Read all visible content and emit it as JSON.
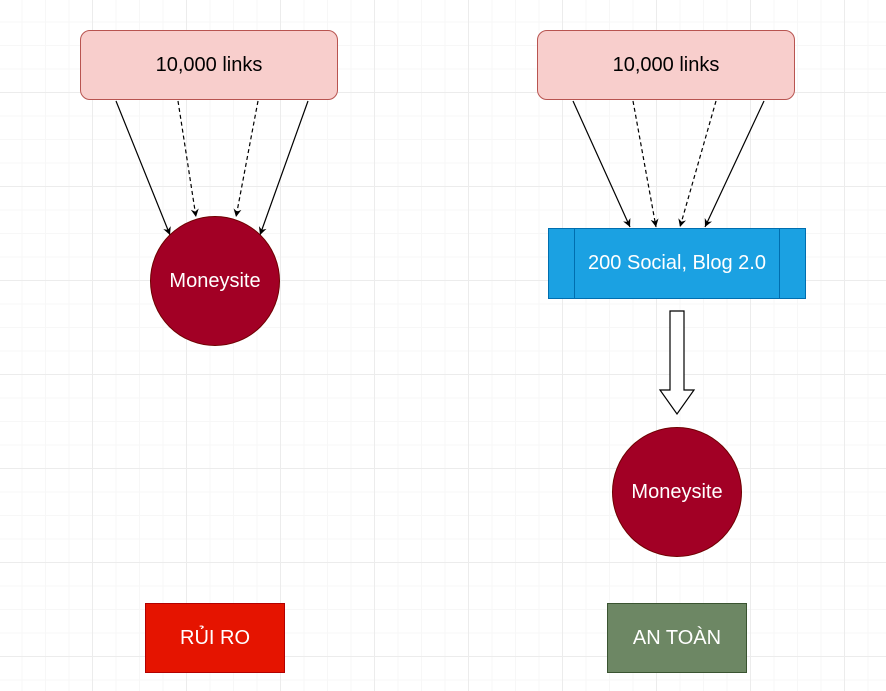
{
  "left": {
    "source_label": "10,000 links",
    "target_label": "Moneysite",
    "tag_label": "RỦI RO"
  },
  "right": {
    "source_label": "10,000 links",
    "middle_label": "200 Social, Blog 2.0",
    "target_label": "Moneysite",
    "tag_label": "AN TOÀN"
  },
  "colors": {
    "links_fill": "#f8cecc",
    "links_border": "#b85450",
    "moneysite_fill": "#a20025",
    "social_fill": "#1ba1e2",
    "risk_fill": "#e51400",
    "safe_fill": "#6d8764"
  }
}
